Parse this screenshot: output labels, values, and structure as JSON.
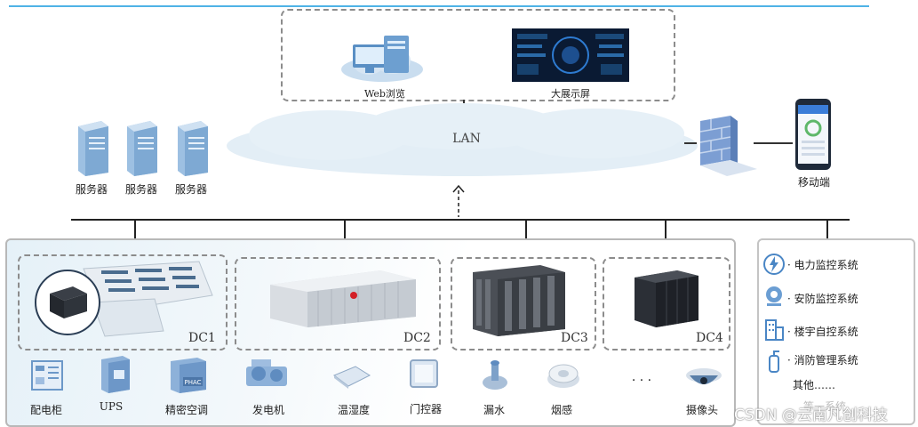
{
  "top": {
    "web_label": "Web浏览",
    "screen_label": "大展示屏"
  },
  "cloud": {
    "label": "LAN"
  },
  "servers": [
    "服务器",
    "服务器",
    "服务器"
  ],
  "mobile": {
    "label": "移动端"
  },
  "datacenters": [
    "DC1",
    "DC2",
    "DC3",
    "DC4"
  ],
  "devices": [
    "配电柜",
    "UPS",
    "精密空调",
    "发电机",
    "温湿度",
    "门控器",
    "漏水",
    "烟感",
    "摄像头"
  ],
  "ellipsis": "· · ·",
  "ac_panel_text": "PHAC",
  "side_systems": [
    {
      "label": "· 电力监控系统",
      "icon": "lightning-icon"
    },
    {
      "label": "· 安防监控系统",
      "icon": "camera-icon"
    },
    {
      "label": "· 楼宇自控系统",
      "icon": "building-icon"
    },
    {
      "label": "· 消防管理系统",
      "icon": "extinguisher-icon"
    }
  ],
  "side_other": "其他……",
  "side_other_2": "等一系统",
  "watermark": "CSDN @云南凡创科技",
  "colors": {
    "accent": "#4fb3e6",
    "server": "#8fb6dc",
    "cloud": "#e3eef6"
  }
}
